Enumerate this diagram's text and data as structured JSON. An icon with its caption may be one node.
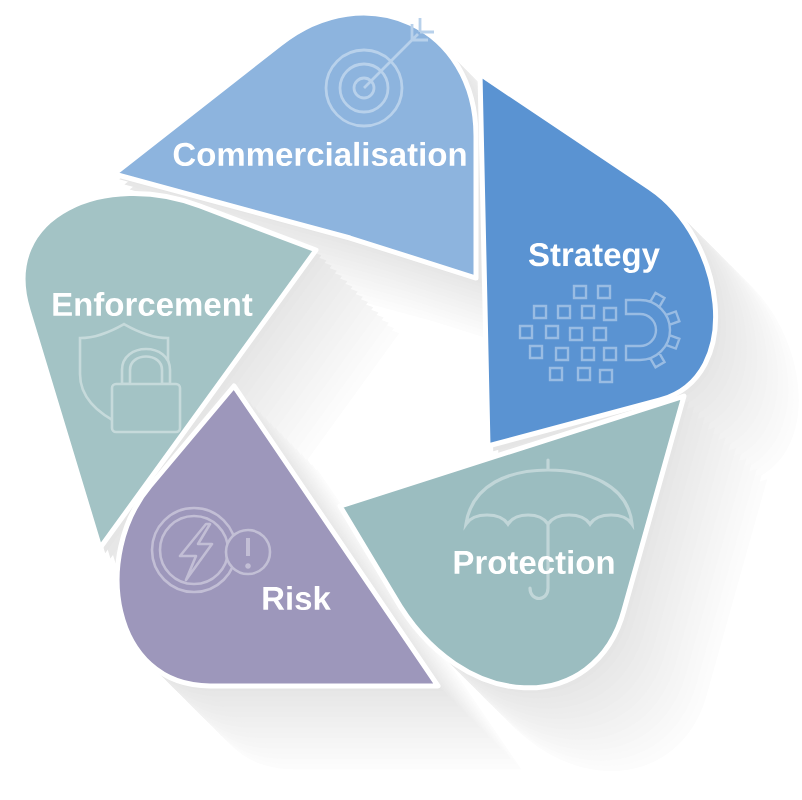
{
  "diagram": {
    "nodes": [
      {
        "text": [
          "Commercialisation"
        ]
      },
      {
        "text": [
          "Strategy"
        ]
      },
      {
        "text": [
          "Protection"
        ]
      },
      {
        "text": [
          "Risk"
        ]
      },
      {
        "text": [
          "Enforcement"
        ]
      }
    ]
  }
}
